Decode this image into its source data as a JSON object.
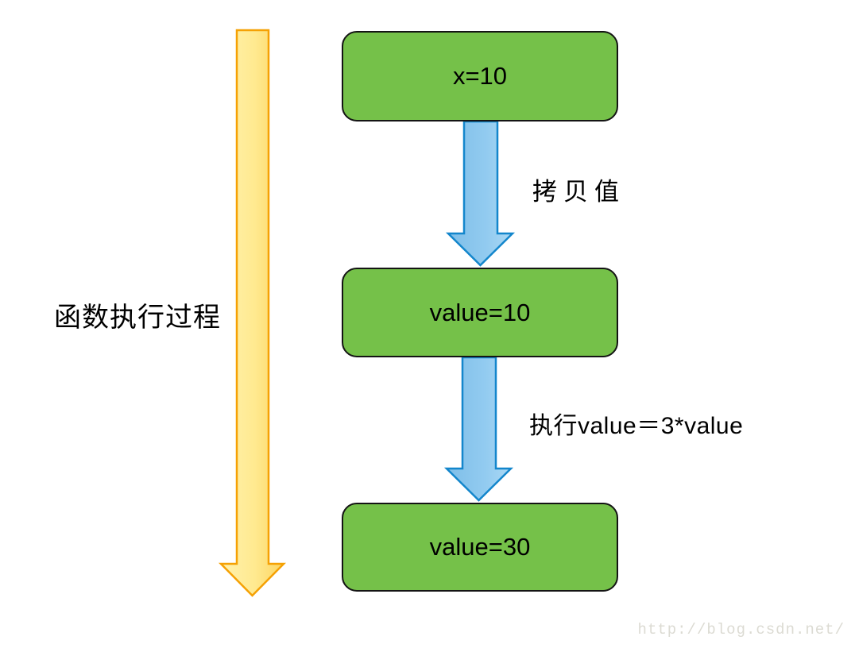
{
  "diagram": {
    "side_label": "函数执行过程",
    "nodes": [
      {
        "label": "x=10"
      },
      {
        "label": "value=10"
      },
      {
        "label": "value=30"
      }
    ],
    "edges": [
      {
        "label": "拷贝值"
      },
      {
        "label": "执行value＝3*value"
      }
    ],
    "colors": {
      "node_fill": "#75c149",
      "node_border": "#141414",
      "blue_arrow_fill_left": "#7ebee8",
      "blue_arrow_fill_right": "#abd8f4",
      "blue_arrow_border": "#1386cc",
      "yellow_arrow_fill_left": "#fff2ae",
      "yellow_arrow_fill_right": "#fcd45f",
      "yellow_arrow_border": "#f5a104",
      "background": "#ffffff",
      "text": "#000000",
      "watermark_text": "#dcdbd3"
    },
    "watermark": "http://blog.csdn.net/"
  }
}
